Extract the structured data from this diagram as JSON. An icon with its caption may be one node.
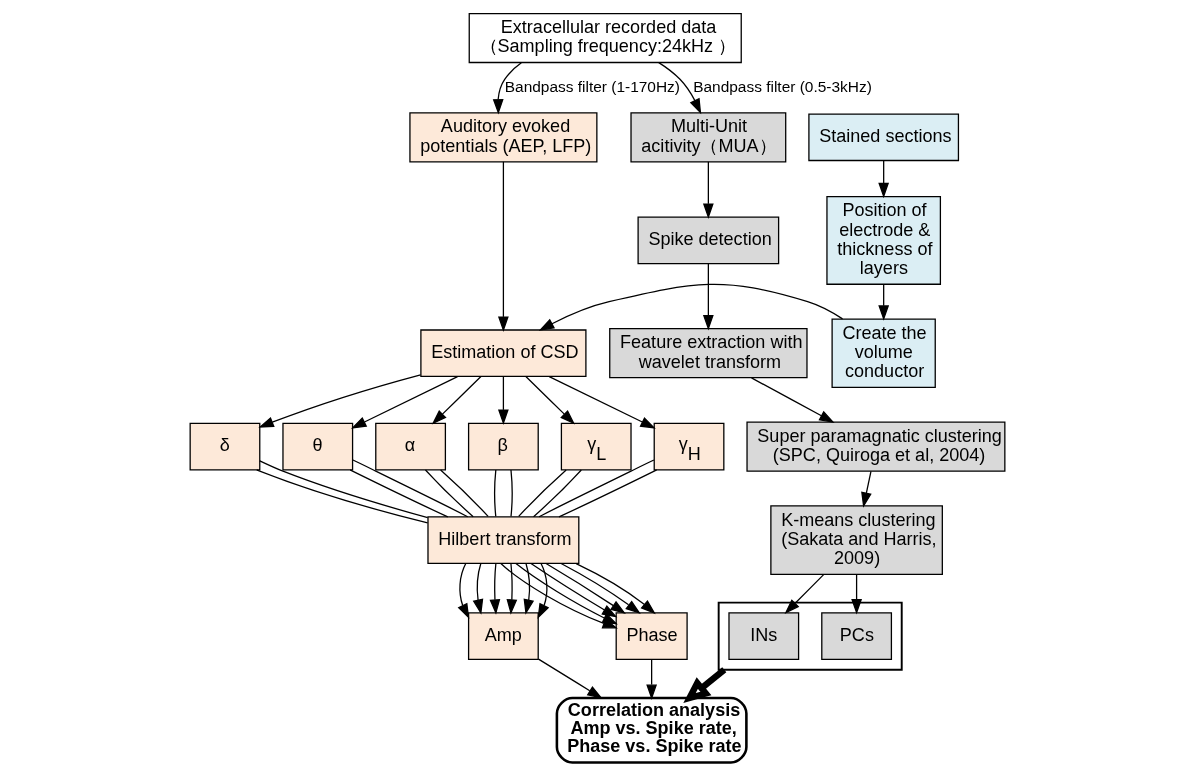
{
  "diagram": {
    "nodes": [
      {
        "text": [
          "Extracellular recorded data （Sampling frequency:24kHz ）"
        ]
      },
      {
        "text": [
          "Auditory evoked potentials (AEP, LFP)"
        ]
      },
      {
        "text": [
          "Estimation of CSD"
        ]
      },
      {
        "text": [
          "δ"
        ]
      },
      {
        "text": [
          "θ"
        ]
      },
      {
        "text": [
          "α"
        ]
      },
      {
        "text": [
          "β"
        ]
      },
      {
        "text": [
          "γ$_{L}$"
        ]
      },
      {
        "text": [
          "γ$_{H}$"
        ]
      },
      {
        "text": [
          "Hilbert transform"
        ]
      },
      {
        "text": [
          "Amp"
        ]
      },
      {
        "text": [
          "Phase"
        ]
      },
      {
        "text": [
          "Stained sections"
        ]
      },
      {
        "text": [
          "Position of electrode & thickness of layers"
        ]
      },
      {
        "text": [
          "Create the volume conductor"
        ]
      },
      {
        "text": [
          "Correlation analysis Amp vs. Spike rate, Phase vs. Spike rate"
        ]
      },
      {
        "text": [
          "Multi-Unit acitivity（MUA）"
        ]
      },
      {
        "text": [
          "Spike detection"
        ]
      },
      {
        "text": [
          "Feature extraction with wavelet transform"
        ]
      },
      {
        "text": [
          "Super paramagnatic clustering (SPC, Quiroga et al, 2004)"
        ]
      },
      {
        "text": [
          "K-means clustering (Sakata and Harris, 2009)"
        ]
      },
      {
        "text": [],
        "shape": "box"
      },
      {
        "text": [
          "INs"
        ],
        "in": 21
      },
      {
        "text": [
          "PCs"
        ],
        "in": 21
      }
    ],
    "edges": [
      {
        "from": 0,
        "to": 1,
        "arrow": "to",
        "label": "Bandpass filter (1-170Hz)"
      },
      {
        "from": 0,
        "to": 16,
        "arrow": "to",
        "label": "Bandpass filter (0.5-3kHz)"
      },
      {
        "from": 1,
        "to": 2,
        "arrow": "to"
      },
      {
        "from": 2,
        "to": 3,
        "arrow": "to"
      },
      {
        "from": 2,
        "to": 4,
        "arrow": "to"
      },
      {
        "from": 2,
        "to": 5,
        "arrow": "to"
      },
      {
        "from": 2,
        "to": 6,
        "arrow": "to"
      },
      {
        "from": 2,
        "to": 7,
        "arrow": "to"
      },
      {
        "from": 2,
        "to": 8,
        "arrow": "to"
      },
      {
        "from": 3,
        "to": 9,
        "arrow": "none"
      },
      {
        "from": 3,
        "to": 9,
        "arrow": "none"
      },
      {
        "from": 4,
        "to": 9,
        "arrow": "none"
      },
      {
        "from": 4,
        "to": 9,
        "arrow": "none"
      },
      {
        "from": 5,
        "to": 9,
        "arrow": "none"
      },
      {
        "from": 5,
        "to": 9,
        "arrow": "none"
      },
      {
        "from": 6,
        "to": 9,
        "arrow": "none"
      },
      {
        "from": 6,
        "to": 9,
        "arrow": "none"
      },
      {
        "from": 7,
        "to": 9,
        "arrow": "none"
      },
      {
        "from": 7,
        "to": 9,
        "arrow": "none"
      },
      {
        "from": 8,
        "to": 9,
        "arrow": "none"
      },
      {
        "from": 8,
        "to": 9,
        "arrow": "none"
      },
      {
        "from": 9,
        "to": 10,
        "arrow": "to"
      },
      {
        "from": 9,
        "to": 10,
        "arrow": "to"
      },
      {
        "from": 9,
        "to": 10,
        "arrow": "to"
      },
      {
        "from": 9,
        "to": 10,
        "arrow": "to"
      },
      {
        "from": 9,
        "to": 10,
        "arrow": "to"
      },
      {
        "from": 9,
        "to": 10,
        "arrow": "to"
      },
      {
        "from": 9,
        "to": 11,
        "arrow": "to"
      },
      {
        "from": 9,
        "to": 11,
        "arrow": "to"
      },
      {
        "from": 9,
        "to": 11,
        "arrow": "to"
      },
      {
        "from": 9,
        "to": 11,
        "arrow": "to"
      },
      {
        "from": 9,
        "to": 11,
        "arrow": "to"
      },
      {
        "from": 9,
        "to": 11,
        "arrow": "to"
      },
      {
        "from": 12,
        "to": 13,
        "arrow": "to"
      },
      {
        "from": 13,
        "to": 14,
        "arrow": "to"
      },
      {
        "from": 14,
        "to": 2,
        "arrow": "to"
      },
      {
        "from": 11,
        "to": 15,
        "arrow": "to"
      },
      {
        "from": 10,
        "to": 15,
        "arrow": "to"
      },
      {
        "from": 21,
        "to": 15,
        "arrow": "to",
        "style": "thick"
      },
      {
        "from": 16,
        "to": 17,
        "arrow": "to"
      },
      {
        "from": 17,
        "to": 18,
        "arrow": "to"
      },
      {
        "from": 18,
        "to": 19,
        "arrow": "to"
      },
      {
        "from": 19,
        "to": 20,
        "arrow": "to"
      },
      {
        "from": 20,
        "to": 22,
        "arrow": "to"
      },
      {
        "from": 20,
        "to": 23,
        "arrow": "to"
      }
    ]
  }
}
